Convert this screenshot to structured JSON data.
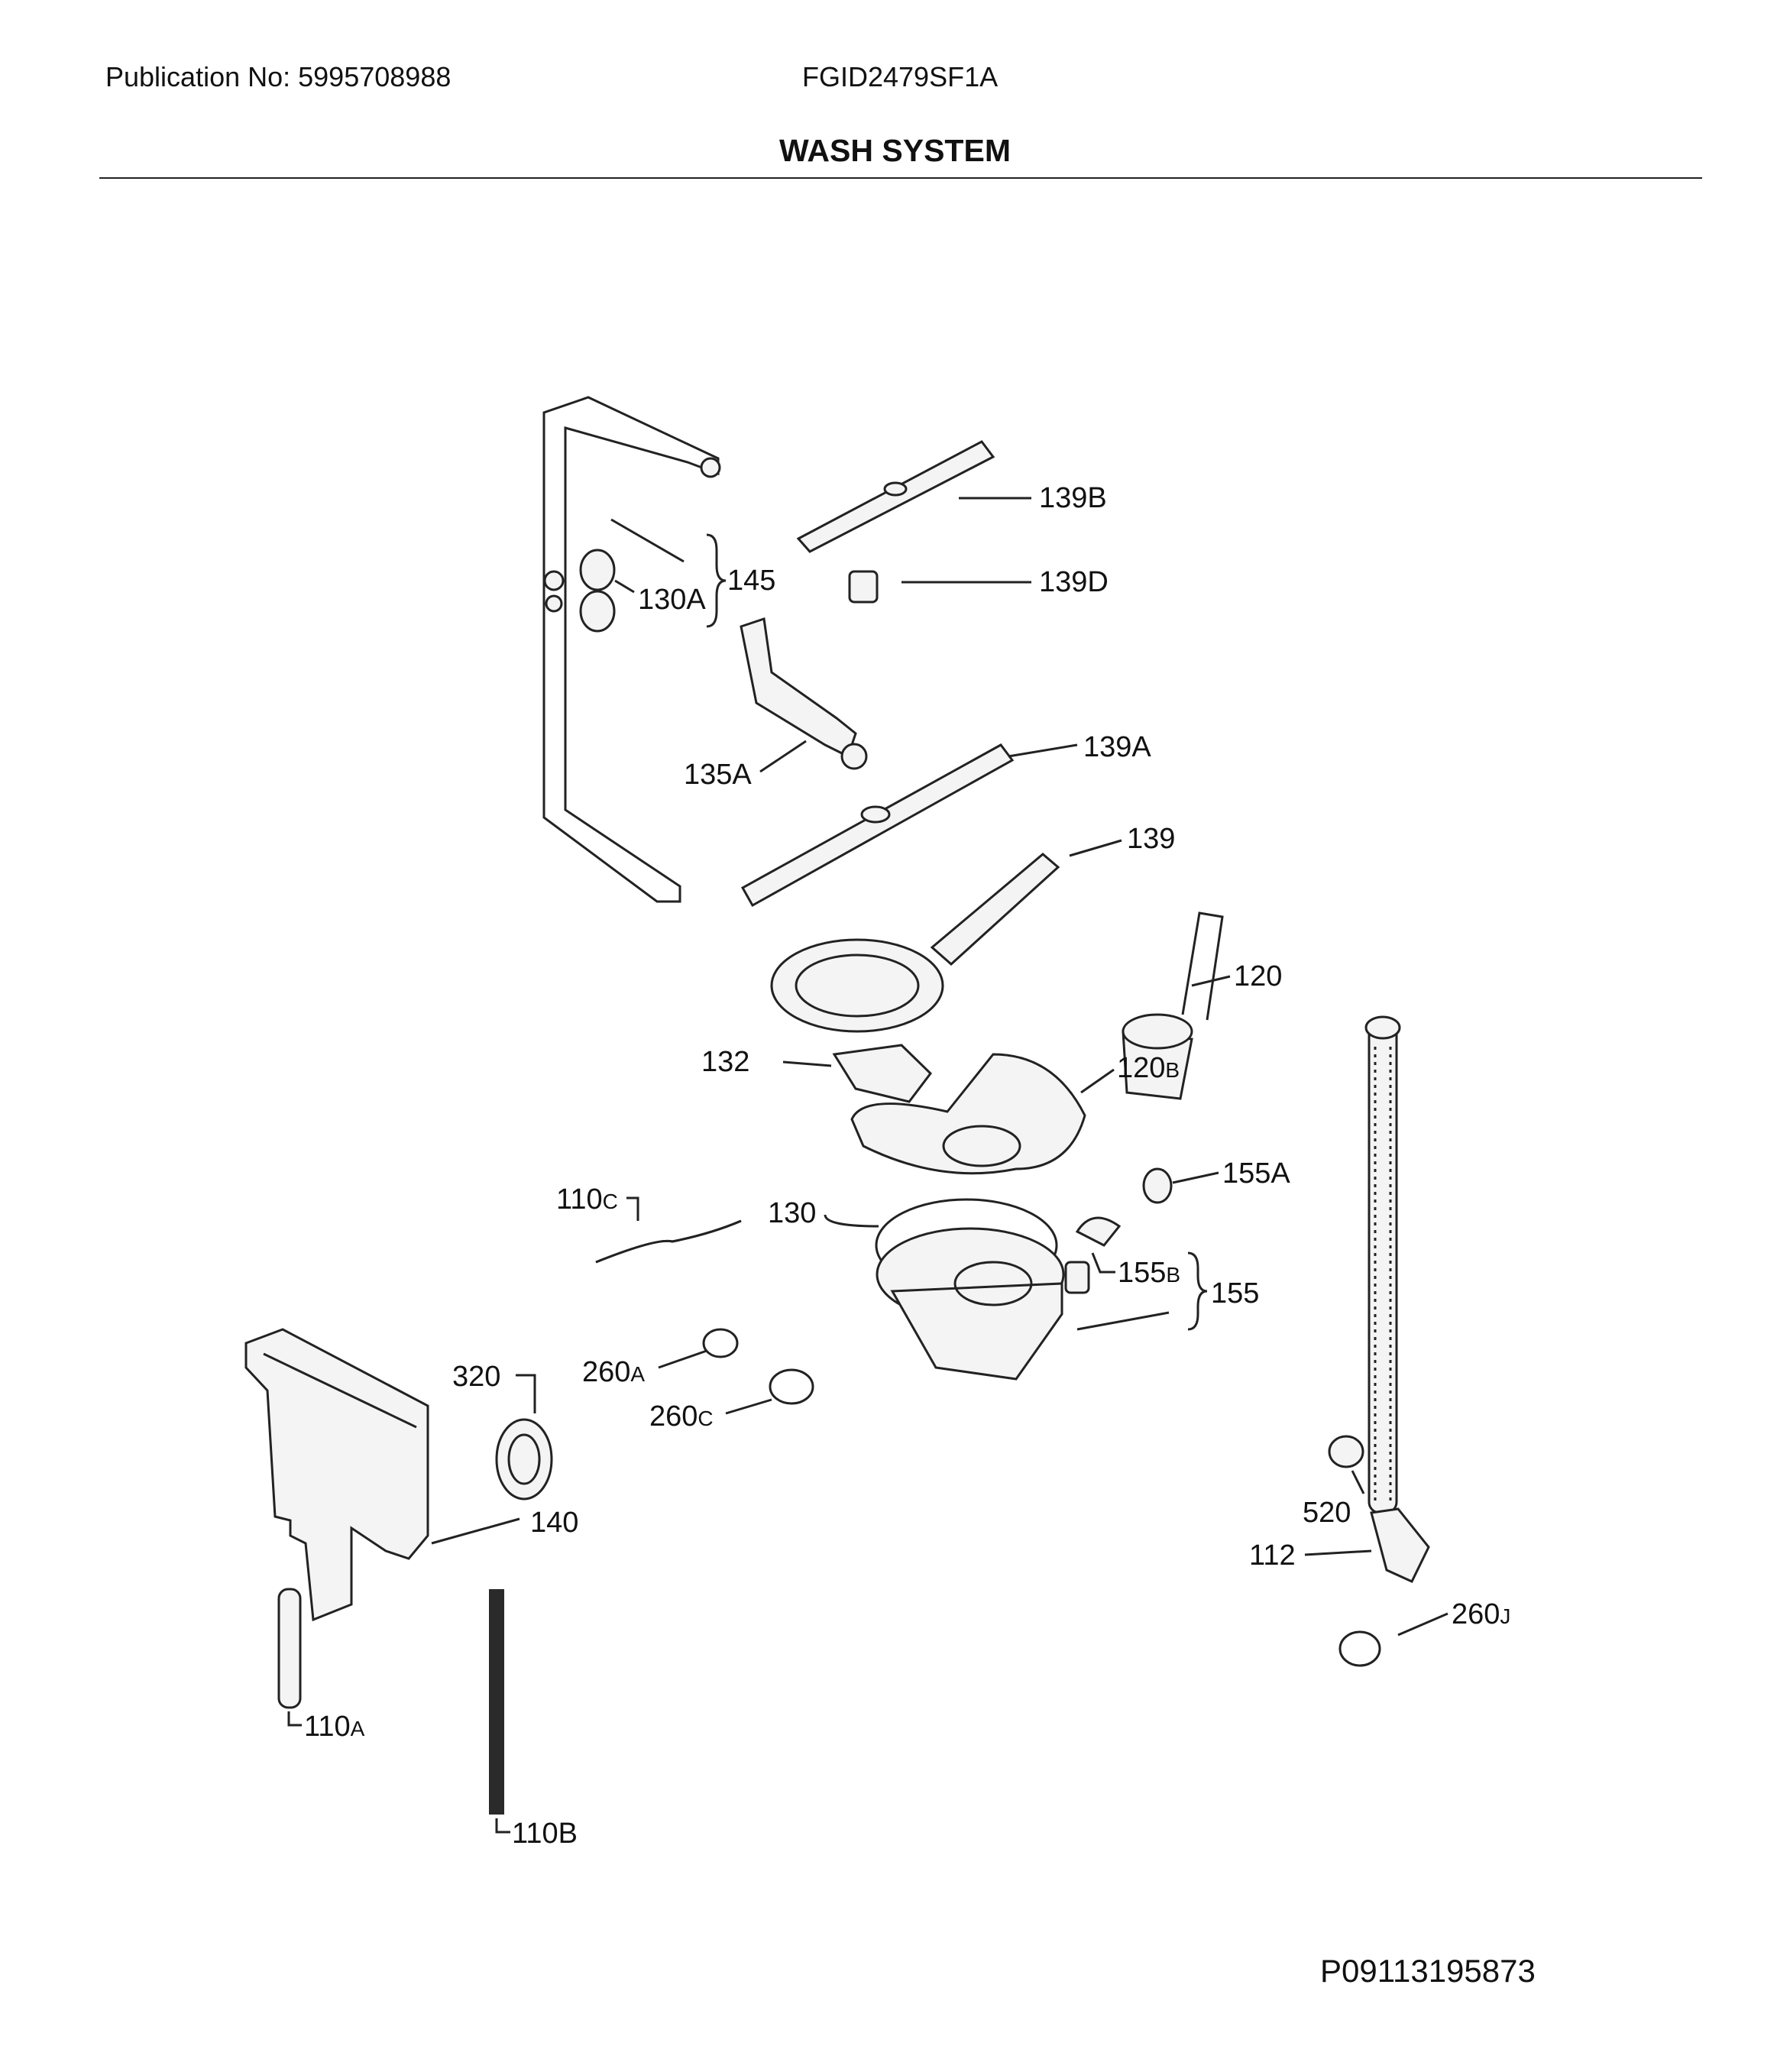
{
  "header": {
    "publication": "Publication No: 5995708988",
    "model": "FGID2479SF1A",
    "title": "WASH SYSTEM"
  },
  "callouts": {
    "c139B": "139B",
    "c139D": "139D",
    "c145": "145",
    "c130A": "130A",
    "c139A": "139A",
    "c135A": "135A",
    "c139": "139",
    "c120": "120",
    "c132": "132",
    "c120B_num": "120",
    "c120B_suf": "B",
    "c155A": "155A",
    "c110C_num": "110",
    "c110C_suf": "C",
    "c130": "130",
    "c155B_num": "155",
    "c155B_suf": "B",
    "c155": "155",
    "c320": "320",
    "c260A_num": "260",
    "c260A_suf": "A",
    "c260C_num": "260",
    "c260C_suf": "C",
    "c140": "140",
    "c520": "520",
    "c112": "112",
    "c260J_num": "260",
    "c260J_suf": "J",
    "c110A_num": "110",
    "c110A_suf": "A",
    "c110B": "110B"
  },
  "footer": {
    "code": "P09113195873"
  }
}
